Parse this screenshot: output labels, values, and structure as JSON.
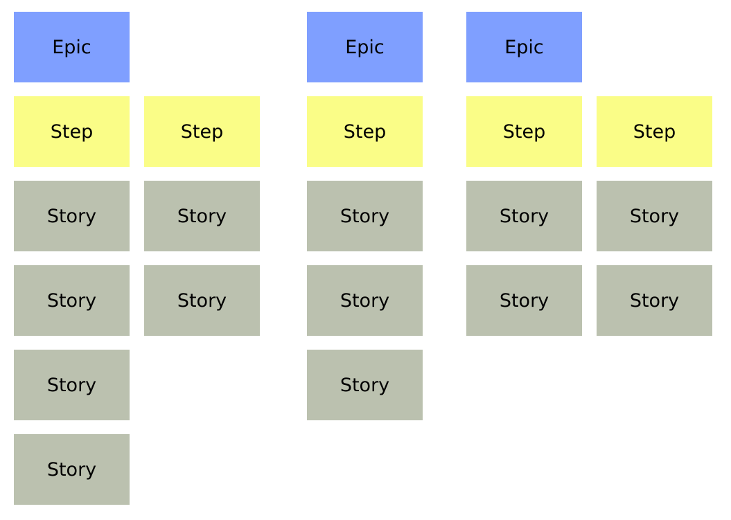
{
  "colors": {
    "epic": "#7f9fff",
    "step": "#fafd87",
    "story": "#bbc1af",
    "background": "#ffffff"
  },
  "story_map": {
    "epics": [
      {
        "label": "Epic",
        "steps": [
          {
            "label": "Step",
            "stories": [
              "Story",
              "Story",
              "Story",
              "Story"
            ]
          },
          {
            "label": "Step",
            "stories": [
              "Story",
              "Story"
            ]
          }
        ]
      },
      {
        "label": "Epic",
        "steps": [
          {
            "label": "Step",
            "stories": [
              "Story",
              "Story",
              "Story"
            ]
          }
        ]
      },
      {
        "label": "Epic",
        "steps": [
          {
            "label": "Step",
            "stories": [
              "Story",
              "Story"
            ]
          },
          {
            "label": "Step",
            "stories": [
              "Story",
              "Story"
            ]
          }
        ]
      }
    ]
  }
}
